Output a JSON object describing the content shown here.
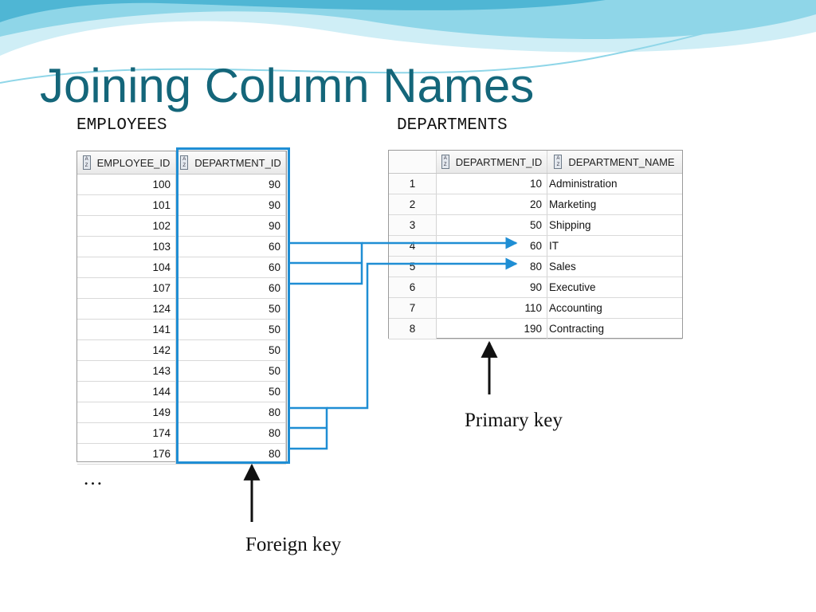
{
  "slide": {
    "title": "Joining Column Names",
    "ellipsis": "…",
    "primary_key_label": "Primary key",
    "foreign_key_label": "Foreign key"
  },
  "employees": {
    "caption": "EMPLOYEES",
    "columns": [
      "EMPLOYEE_ID",
      "DEPARTMENT_ID"
    ],
    "rows": [
      [
        "100",
        "90"
      ],
      [
        "101",
        "90"
      ],
      [
        "102",
        "90"
      ],
      [
        "103",
        "60"
      ],
      [
        "104",
        "60"
      ],
      [
        "107",
        "60"
      ],
      [
        "124",
        "50"
      ],
      [
        "141",
        "50"
      ],
      [
        "142",
        "50"
      ],
      [
        "143",
        "50"
      ],
      [
        "144",
        "50"
      ],
      [
        "149",
        "80"
      ],
      [
        "174",
        "80"
      ],
      [
        "176",
        "80"
      ]
    ]
  },
  "departments": {
    "caption": "DEPARTMENTS",
    "columns": [
      "DEPARTMENT_ID",
      "DEPARTMENT_NAME"
    ],
    "rows": [
      [
        "1",
        "10",
        "Administration"
      ],
      [
        "2",
        "20",
        "Marketing"
      ],
      [
        "3",
        "50",
        "Shipping"
      ],
      [
        "4",
        "60",
        "IT"
      ],
      [
        "5",
        "80",
        "Sales"
      ],
      [
        "6",
        "90",
        "Executive"
      ],
      [
        "7",
        "110",
        "Accounting"
      ],
      [
        "8",
        "190",
        "Contracting"
      ]
    ]
  },
  "colors": {
    "title": "#14667a",
    "link": "#1f8ed4",
    "wave_light": "#cfeef6",
    "wave_mid": "#8fd6e8",
    "wave_dark": "#4fb6d4"
  }
}
